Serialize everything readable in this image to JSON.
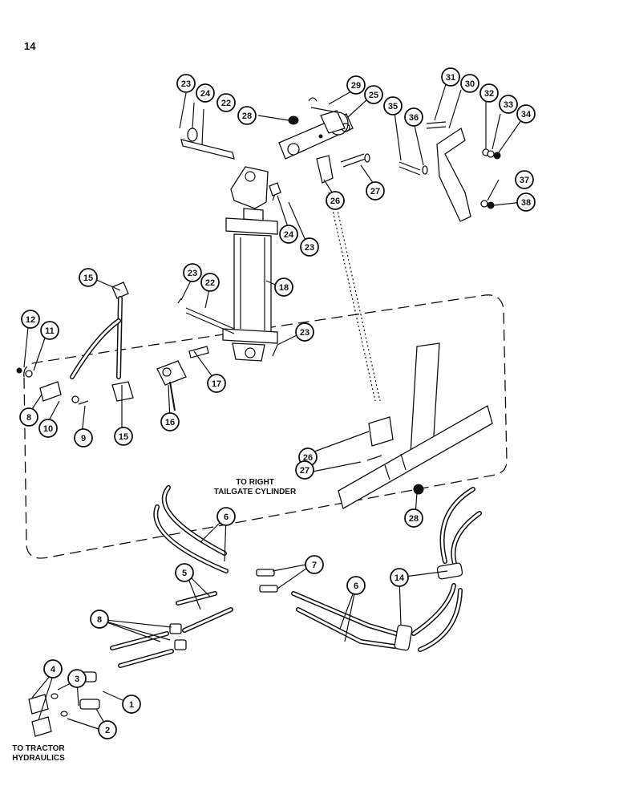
{
  "page_number": "14",
  "notes": {
    "right_tailgate": [
      "TO RIGHT",
      "TAILGATE CYLINDER"
    ],
    "tractor_hydraulics": [
      "TO TRACTOR",
      "HYDRAULICS"
    ]
  },
  "callouts": [
    "23",
    "24",
    "22",
    "28",
    "29",
    "25",
    "31",
    "30",
    "32",
    "33",
    "34",
    "35",
    "36",
    "27",
    "26",
    "24",
    "23",
    "37",
    "38",
    "15",
    "23",
    "22",
    "18",
    "12",
    "11",
    "23",
    "17",
    "16",
    "15",
    "8",
    "10",
    "9",
    "26",
    "27",
    "28",
    "6",
    "7",
    "5",
    "8",
    "14",
    "6",
    "4",
    "3",
    "2",
    "1"
  ]
}
